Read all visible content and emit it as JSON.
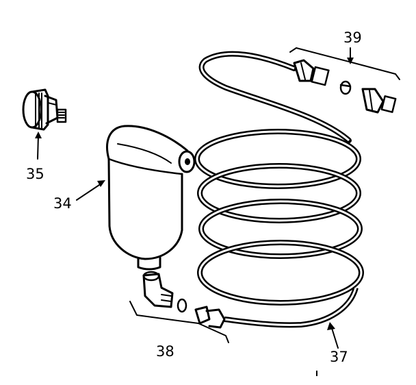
{
  "callouts": [
    {
      "id": "39",
      "label": "39"
    },
    {
      "id": "35",
      "label": "35"
    },
    {
      "id": "34",
      "label": "34"
    },
    {
      "id": "38",
      "label": "38"
    },
    {
      "id": "37",
      "label": "37"
    }
  ],
  "colors": {
    "ink": "#000000",
    "paper": "#ffffff"
  }
}
